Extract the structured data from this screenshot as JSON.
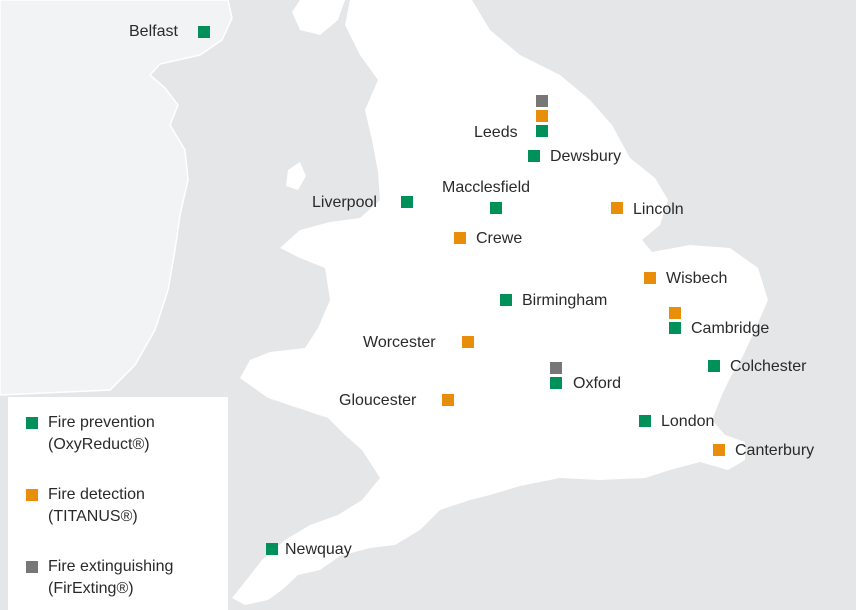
{
  "colors": {
    "fire_prevention": "#00915a",
    "fire_detection": "#e98e0b",
    "fire_extinguishing": "#777777",
    "land": "#ffffff",
    "land_other": "#f2f3f4",
    "sea": "#e4e6e8"
  },
  "legend": {
    "prevention": {
      "title": "Fire prevention",
      "product": "(OxyReduct®)"
    },
    "detection": {
      "title": "Fire detection",
      "product": "(TITANUS®)"
    },
    "extinguishing": {
      "title": "Fire extinguishing",
      "product": "(FirExting®)"
    }
  },
  "locations": [
    {
      "name": "Belfast",
      "markers": [
        "prevention"
      ]
    },
    {
      "name": "Leeds",
      "markers": [
        "extinguishing",
        "detection",
        "prevention"
      ]
    },
    {
      "name": "Dewsbury",
      "markers": [
        "prevention"
      ]
    },
    {
      "name": "Macclesfield",
      "markers": [
        "prevention"
      ]
    },
    {
      "name": "Liverpool",
      "markers": [
        "prevention"
      ]
    },
    {
      "name": "Lincoln",
      "markers": [
        "detection"
      ]
    },
    {
      "name": "Crewe",
      "markers": [
        "detection"
      ]
    },
    {
      "name": "Wisbech",
      "markers": [
        "detection"
      ]
    },
    {
      "name": "Birmingham",
      "markers": [
        "prevention"
      ]
    },
    {
      "name": "Cambridge",
      "markers": [
        "detection",
        "prevention"
      ]
    },
    {
      "name": "Worcester",
      "markers": [
        "detection"
      ]
    },
    {
      "name": "Colchester",
      "markers": [
        "prevention"
      ]
    },
    {
      "name": "Oxford",
      "markers": [
        "extinguishing",
        "prevention"
      ]
    },
    {
      "name": "Gloucester",
      "markers": [
        "detection"
      ]
    },
    {
      "name": "London",
      "markers": [
        "prevention"
      ]
    },
    {
      "name": "Canterbury",
      "markers": [
        "detection"
      ]
    },
    {
      "name": "Newquay",
      "markers": [
        "prevention"
      ]
    }
  ]
}
